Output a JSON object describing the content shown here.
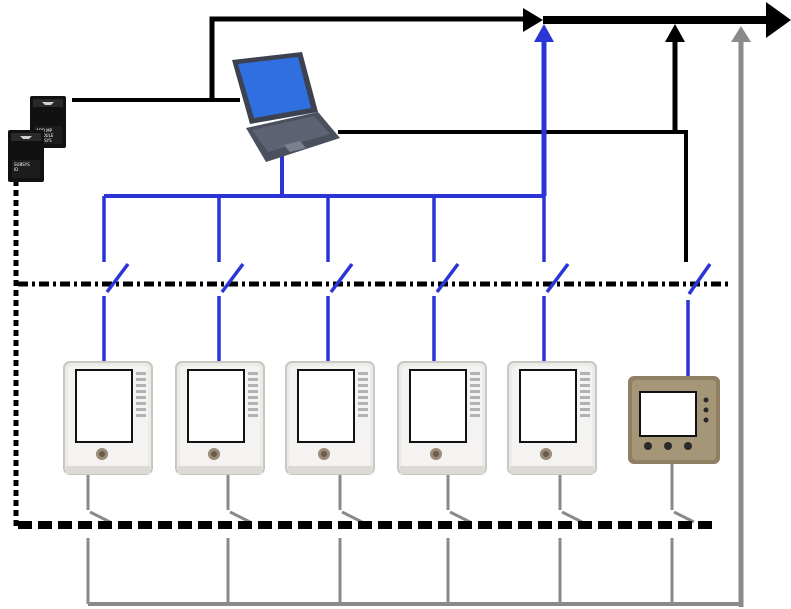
{
  "colors": {
    "background": "#ffffff",
    "bus_black": "#000000",
    "bus_blue": "#2b35d6",
    "bus_gray": "#8a8a8a",
    "laptop_screen": "#2f6fe0",
    "laptop_body": "#3d4250",
    "cabinet_body": "#ecebe8",
    "panel_body": "#8f8063"
  },
  "nodes": {
    "modules": {
      "icon": "hardware-module-icon",
      "count": 2,
      "text_lines": [
        "ADD MP",
        "MODULE",
        "SUBSYS",
        "ID"
      ]
    },
    "laptop": {
      "icon": "laptop-icon"
    },
    "units": [
      {
        "icon": "server-cabinet-icon",
        "connection": "blue-bus"
      },
      {
        "icon": "server-cabinet-icon",
        "connection": "blue-bus"
      },
      {
        "icon": "server-cabinet-icon",
        "connection": "blue-bus"
      },
      {
        "icon": "server-cabinet-icon",
        "connection": "blue-bus"
      },
      {
        "icon": "server-cabinet-icon",
        "connection": "blue-bus"
      },
      {
        "icon": "control-panel-icon",
        "connection": "black-bus"
      }
    ]
  },
  "buses": {
    "top_outputs": [
      "black-arrow",
      "blue-arrow",
      "black-arrow",
      "gray-arrow",
      "main-black-arrow"
    ],
    "switch_rows": [
      "upper-dotted-line",
      "lower-dashed-line"
    ]
  }
}
